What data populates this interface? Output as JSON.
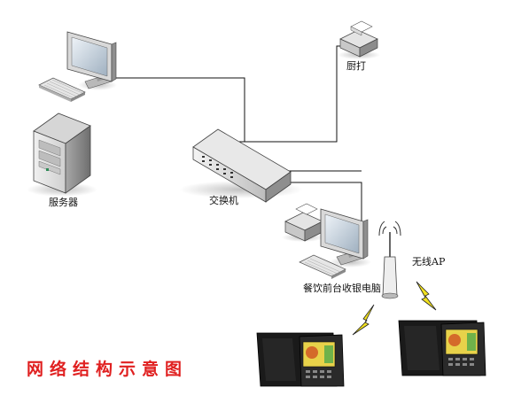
{
  "title": "网络结构示意图",
  "nodes": {
    "server": {
      "label": "服务器"
    },
    "switch": {
      "label": "交换机"
    },
    "printer": {
      "label": "厨打"
    },
    "ap": {
      "label": "无线AP"
    },
    "cashier": {
      "label": "餐饮前台收银电脑"
    }
  },
  "colors": {
    "title": "#e02020",
    "lines": "#111111",
    "lightning": "#f0e020"
  },
  "icons": [
    "monitor-icon",
    "keyboard-icon",
    "server-tower-icon",
    "switch-icon",
    "printer-icon",
    "wireless-ap-icon",
    "lightning-icon",
    "ordering-tablet-icon"
  ]
}
